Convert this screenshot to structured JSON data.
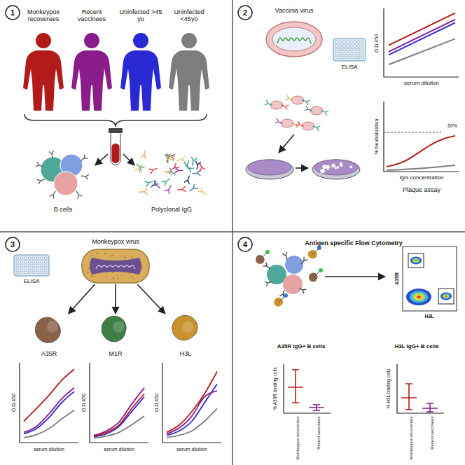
{
  "diagram": {
    "nodes": [
      {
        "text": [
          "1"
        ]
      },
      {
        "text": [
          "B cells"
        ]
      },
      {
        "text": [
          "Polyclonal IgG"
        ]
      },
      {
        "text": [
          "2"
        ]
      },
      {
        "text": [
          "Vaccinia virus"
        ]
      },
      {
        "text": [
          "3"
        ]
      },
      {
        "text": [
          "Monkeypox virus"
        ]
      },
      {
        "text": [
          "A35R"
        ]
      },
      {
        "text": [
          "M1R"
        ]
      },
      {
        "text": [
          "H3L"
        ]
      },
      {
        "text": [
          "4"
        ]
      }
    ],
    "edges": [
      {
        "from": 6,
        "to": 7,
        "arrow": "to"
      },
      {
        "from": 6,
        "to": 8,
        "arrow": "to"
      },
      {
        "from": 6,
        "to": 9,
        "arrow": "to"
      }
    ],
    "labels": [
      "Monkeypox recoverees",
      "Recent vaccinees",
      "Uninfected >45 yo",
      "Uninfected <45yo",
      "ELISA",
      "O.D.450",
      "serum dilution",
      "% Neutralization",
      "50%",
      "IgG concentration",
      "Plaque assay",
      "ELISA",
      "O.D.450",
      "O.D.450",
      "O.D.450",
      "serum dilution",
      "serum dilution",
      "serum dilution",
      "Antigen specific Flow Cytometry",
      "A35R",
      "H3L",
      "A35R IgG+ B cells",
      "H3L IgG+ B cells",
      "% A35R binding cells",
      "Monkeypox recoverees",
      "Recent vaccinees",
      "% H3L binding cells",
      "Monkeypox recoverees",
      "Recent vaccinees"
    ]
  }
}
